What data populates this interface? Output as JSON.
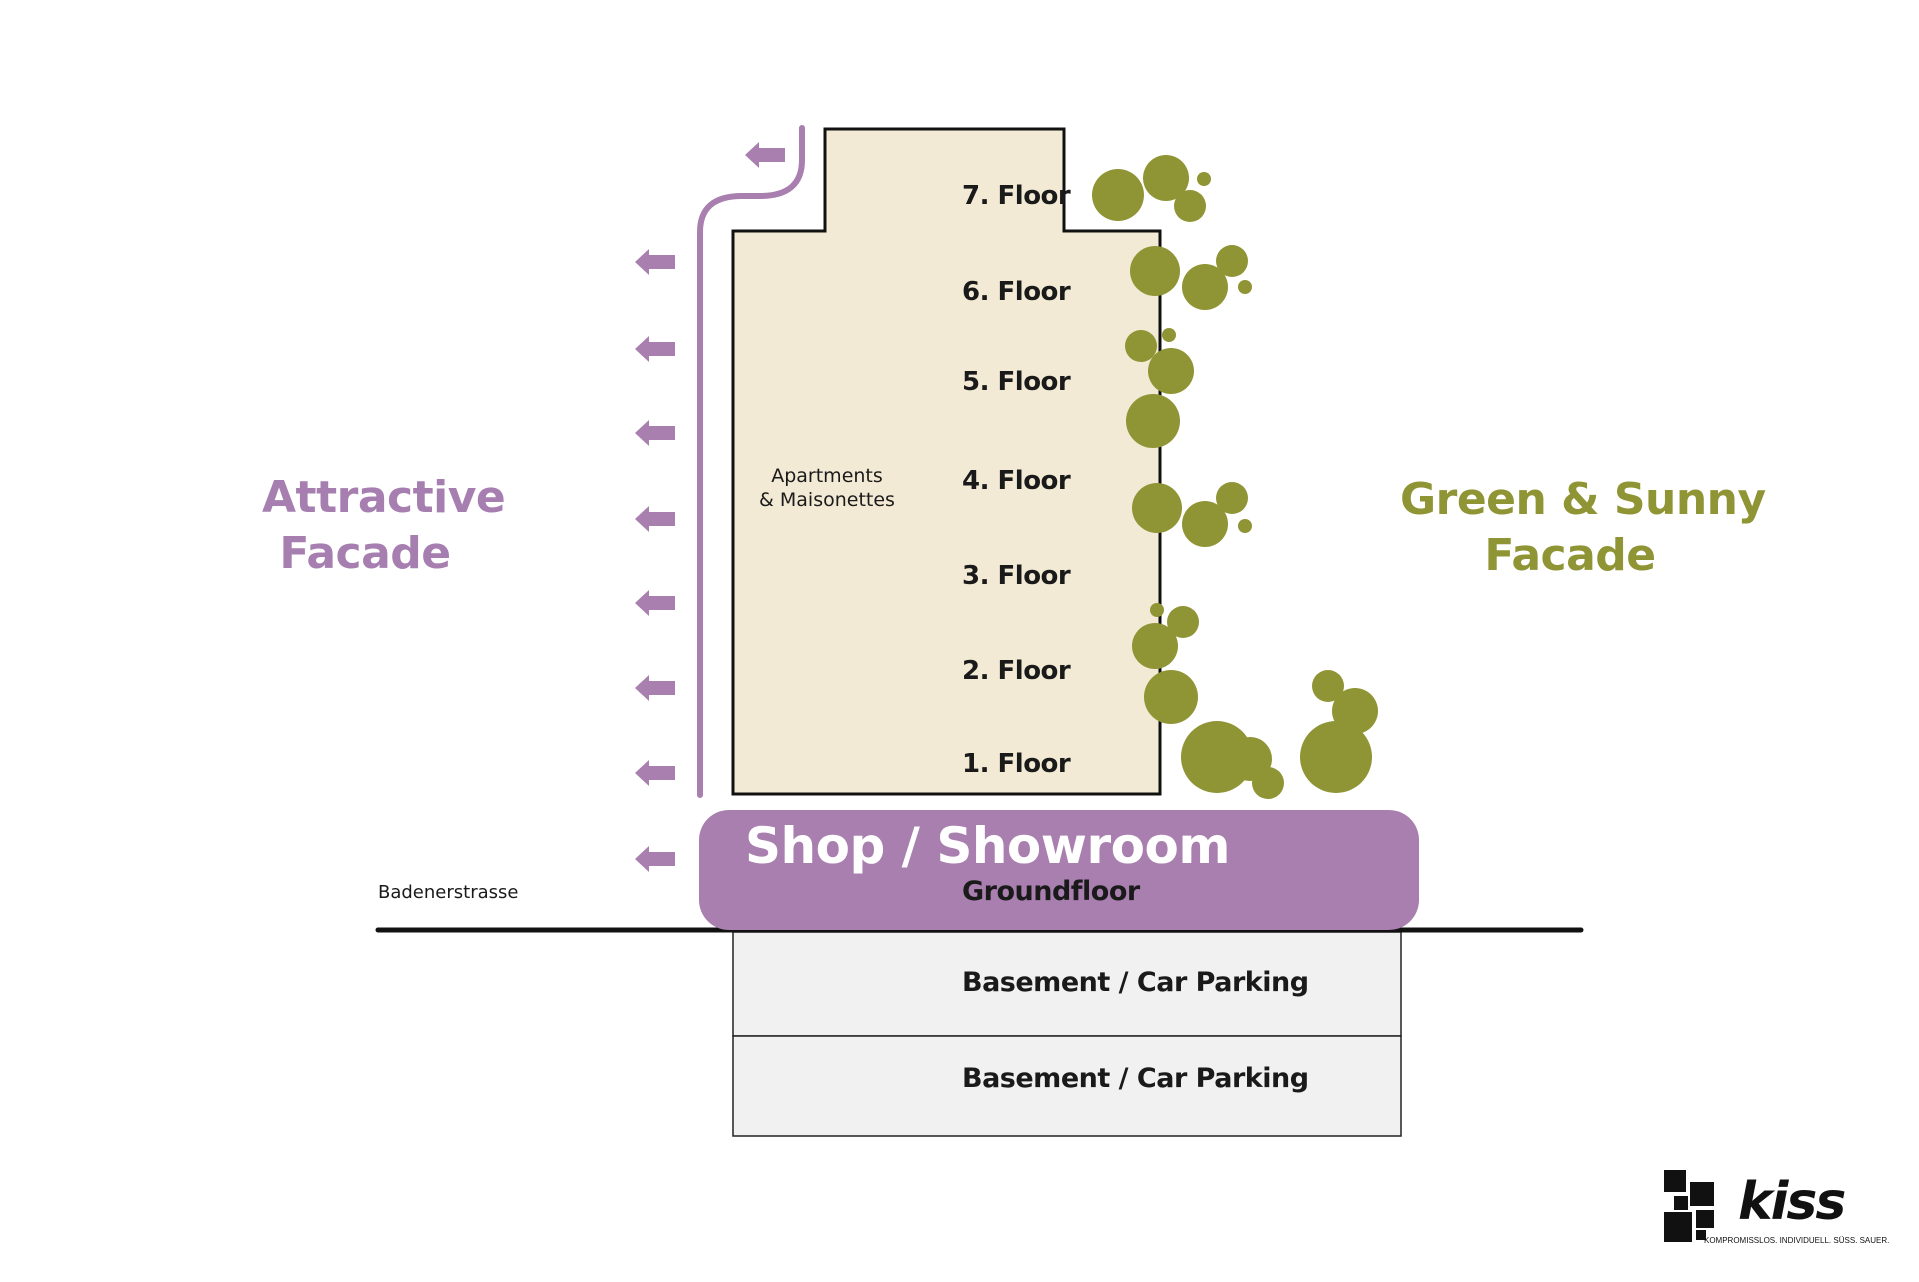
{
  "colors": {
    "purple": "#a87fae",
    "olive": "#8f9434",
    "building_fill": "#f2ead4",
    "basement_fill": "#f1f1f1",
    "outline": "#111111"
  },
  "facades": {
    "left": {
      "line1": "Attractive",
      "line2": "Facade"
    },
    "right": {
      "line1": "Green & Sunny",
      "line2": "Facade"
    }
  },
  "floors": [
    "7. Floor",
    "6. Floor",
    "5. Floor",
    "4. Floor",
    "3. Floor",
    "2. Floor",
    "1. Floor"
  ],
  "apartments": {
    "line1": "Apartments",
    "line2": "& Maisonettes"
  },
  "shop": {
    "title": "Shop / Showroom",
    "subtitle": "Groundfloor"
  },
  "street": "Badenerstrasse",
  "basements": [
    "Basement / Car Parking",
    "Basement / Car Parking"
  ],
  "logo": {
    "wordmark": "kiss",
    "tagline": "KOMPROMISSLOS. INDIVIDUELL. SÜSS. SAUER."
  },
  "icons": {
    "arrow": "arrow-left-icon",
    "tree": "tree-canopy-icon"
  }
}
